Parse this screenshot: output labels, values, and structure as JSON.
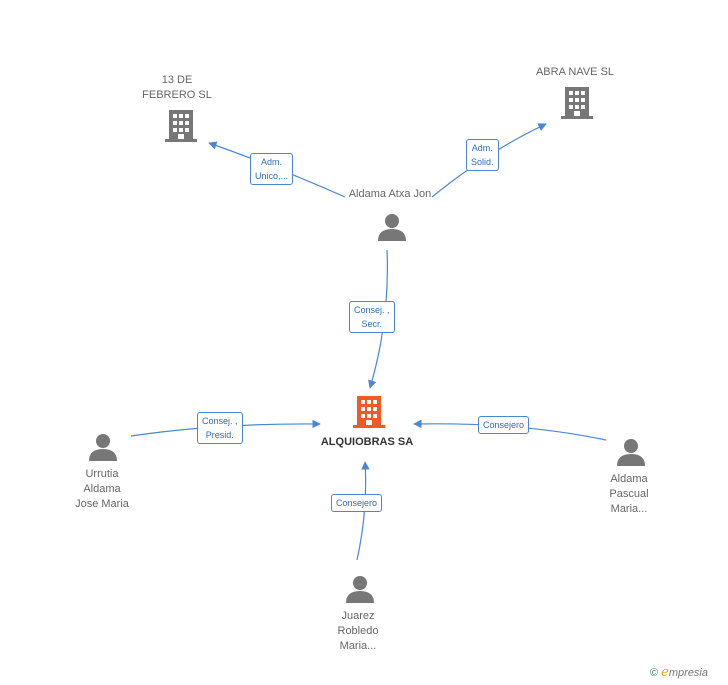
{
  "nodes": {
    "trece_febrero": {
      "line1": "13 DE",
      "line2": "FEBRERO SL"
    },
    "abra_nave": {
      "line1": "ABRA NAVE SL"
    },
    "aldama_atxa": {
      "line1": "Aldama Atxa Jon"
    },
    "alquiobras": {
      "line1": "ALQUIOBRAS SA"
    },
    "urrutia": {
      "line1": "Urrutia",
      "line2": "Aldama",
      "line3": "Jose Maria"
    },
    "aldama_pascual": {
      "line1": "Aldama",
      "line2": "Pascual",
      "line3": "Maria..."
    },
    "juarez": {
      "line1": "Juarez",
      "line2": "Robledo",
      "line3": "Maria..."
    }
  },
  "relations": {
    "adm_unico": {
      "line1": "Adm.",
      "line2": "Unico,..."
    },
    "adm_solid": {
      "line1": "Adm.",
      "line2": "Solid."
    },
    "consej_secr": {
      "line1": "Consej. ,",
      "line2": "Secr."
    },
    "consej_presid": {
      "line1": "Consej. ,",
      "line2": "Presid."
    },
    "consejero_right": {
      "line1": "Consejero"
    },
    "consejero_bottom": {
      "line1": "Consejero"
    }
  },
  "colors": {
    "edge": "#4a86d4",
    "company": "#777777",
    "main_company": "#f05a28",
    "person": "#777777"
  },
  "icons": {
    "company": "building-icon",
    "person": "person-icon"
  },
  "brand": {
    "copyright": "©",
    "e": "e",
    "rest": "mpresia"
  }
}
